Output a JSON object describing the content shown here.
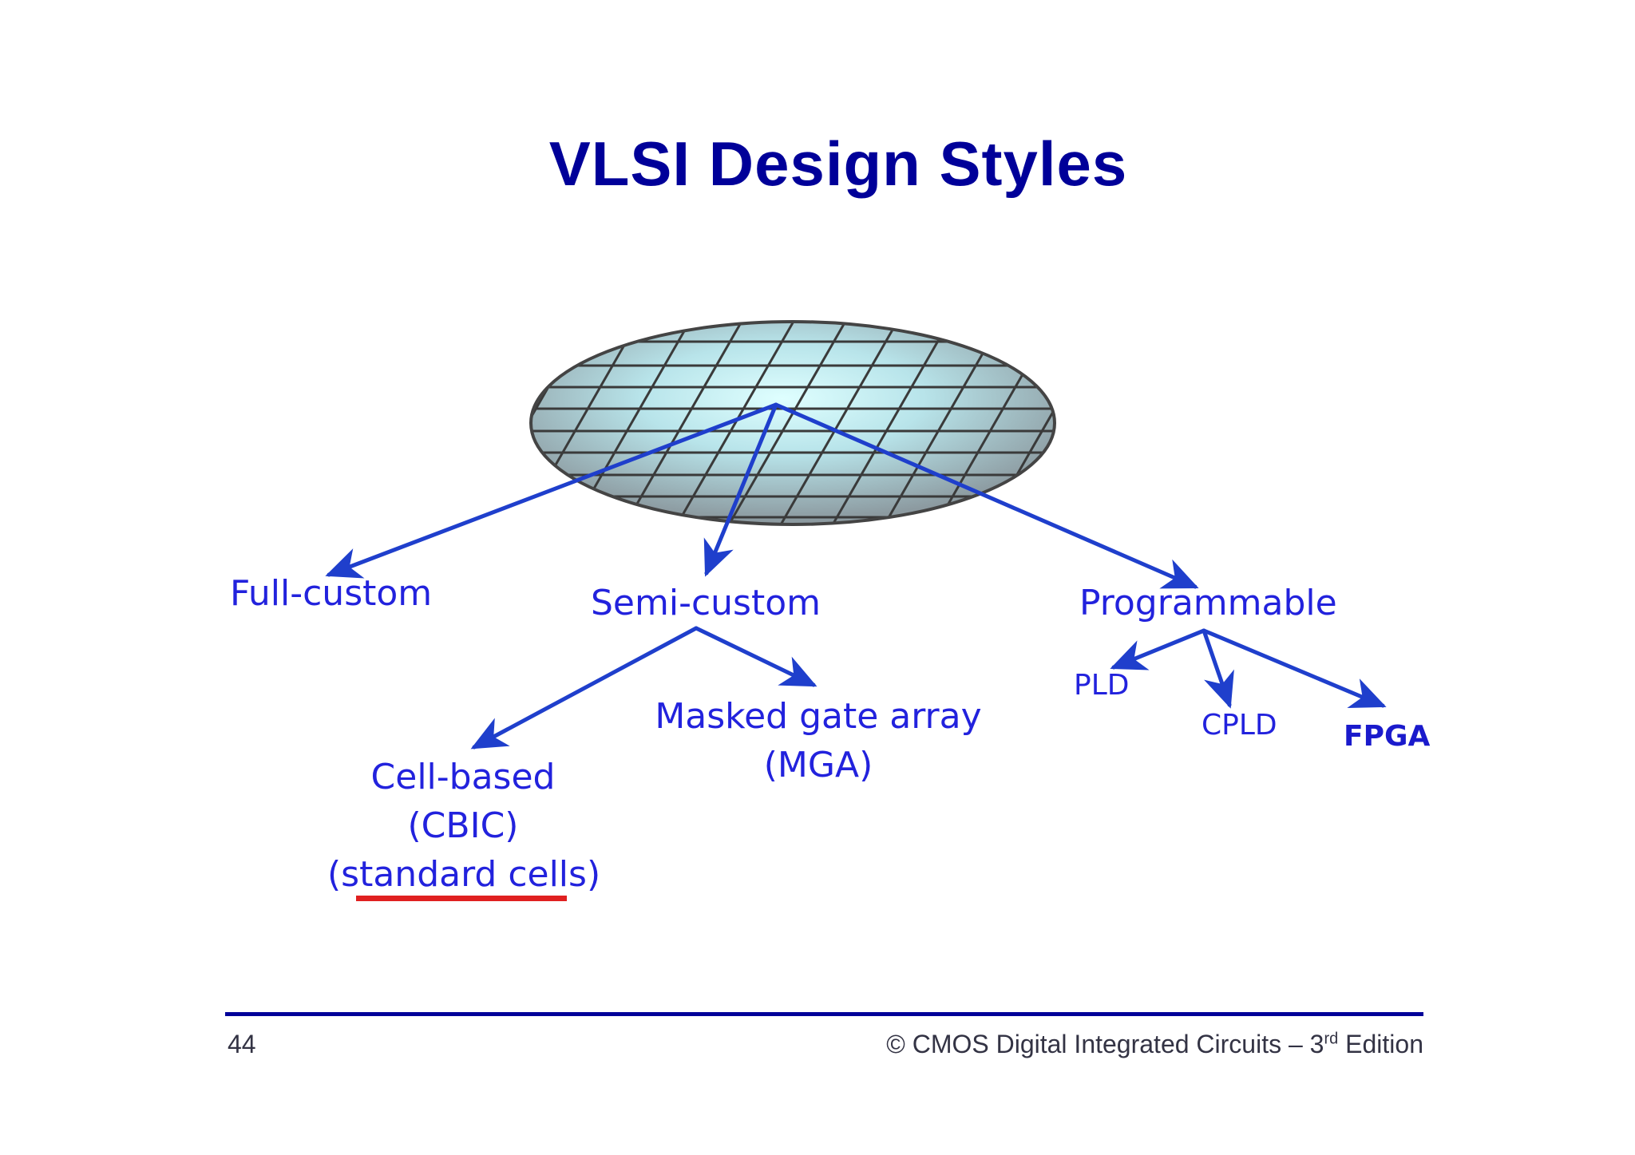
{
  "title": "VLSI Design Styles",
  "nodes": {
    "full_custom": "Full-custom",
    "semi_custom": "Semi-custom",
    "programmable": "Programmable",
    "cell_based_line1": "Cell-based",
    "cell_based_line2": "(CBIC)",
    "cell_based_line3": "(standard cells)",
    "masked_gate_array_line1": "Masked gate array",
    "masked_gate_array_line2": "(MGA)",
    "pld": "PLD",
    "cpld": "CPLD",
    "fpga": "FPGA"
  },
  "colors": {
    "title": "#000099",
    "arrows": "#1f3fcc",
    "labels": "#2222dd",
    "highlight_underline": "#e02020"
  },
  "footer": {
    "page_number": "44",
    "credit_prefix": "© CMOS Digital Integrated Circuits – 3",
    "credit_sup": "rd",
    "credit_suffix": " Edition"
  }
}
